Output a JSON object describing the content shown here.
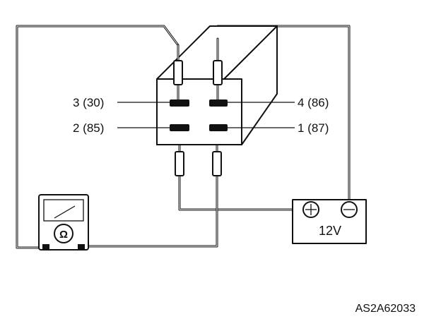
{
  "terminals": {
    "top_left": "3 (30)",
    "bottom_left": "2 (85)",
    "top_right": "4 (86)",
    "bottom_right": "1 (87)"
  },
  "battery": {
    "label": "12V",
    "positive_symbol": "⊕",
    "negative_symbol": "⊖"
  },
  "ohmmeter": {
    "symbol": "Ω"
  },
  "figure_code": "AS2A62033"
}
